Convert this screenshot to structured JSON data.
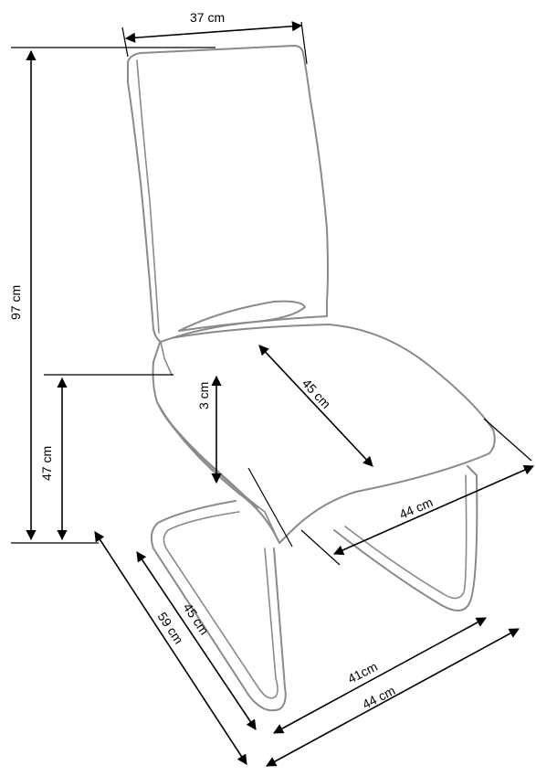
{
  "dimensions": {
    "backrest_width": "37 cm",
    "total_height": "97 cm",
    "seat_height": "47 cm",
    "seat_thickness": "3 cm",
    "seat_depth": "45 cm",
    "seat_width": "44 cm",
    "base_depth_inner": "45 cm",
    "base_depth_outer": "59 cm",
    "base_width_inner": "41cm",
    "base_width_outer": "44 cm"
  },
  "colors": {
    "outline": "#8a8a8a",
    "dimension_lines": "#000000",
    "background": "#ffffff"
  }
}
